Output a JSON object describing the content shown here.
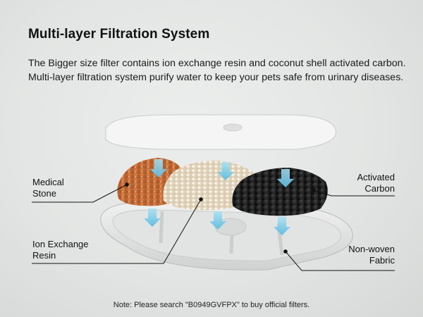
{
  "heading": "Multi-layer Filtration System",
  "description": "The Bigger size filter contains ion exchange resin and coconut shell activated carbon.  Multi-layer filtration system purify water to keep your pets safe from urinary diseases.",
  "labels": {
    "medical_stone": [
      "Medical",
      "Stone"
    ],
    "ion_exchange_resin": [
      "Ion Exchange",
      "Resin"
    ],
    "activated_carbon": [
      "Activated",
      "Carbon"
    ],
    "non_woven_fabric": [
      "Non-woven",
      "Fabric"
    ]
  },
  "note": "Note: Please search \"B0949GVFPX\" to buy official filters.",
  "colors": {
    "arrow": "#7fcde6",
    "medical_stone": "#c8703a",
    "resin": "#e8dcc8",
    "carbon": "#1c1c1c",
    "tray": "#e6e8e7"
  }
}
